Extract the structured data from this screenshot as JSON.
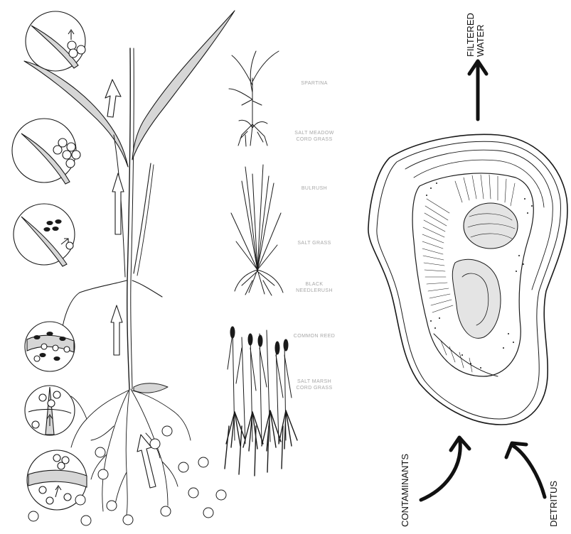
{
  "plant_labels": {
    "spartina": "SPARTINA",
    "salt_meadow_line1": "SALT MEADOW",
    "salt_meadow_line2": "CORD GRASS",
    "bulrush": "BULRUSH",
    "salt_grass": "SALT GRASS",
    "black_needlerush_line1": "BLACK",
    "black_needlerush_line2": "NEEDLERUSH",
    "common_reed": "COMMON REED",
    "salt_marsh_line1": "SALT MARSH",
    "salt_marsh_line2": "CORD GRASS"
  },
  "oyster_labels": {
    "filtered_line1": "FILTERED",
    "filtered_line2": "WATER",
    "contaminants": "CONTAMINANTS",
    "detritus": "DETRITUS"
  },
  "colors": {
    "ink": "#1a1a1a",
    "leaf_fill": "#d6d6d6",
    "label_gray": "#a7a7a7"
  }
}
